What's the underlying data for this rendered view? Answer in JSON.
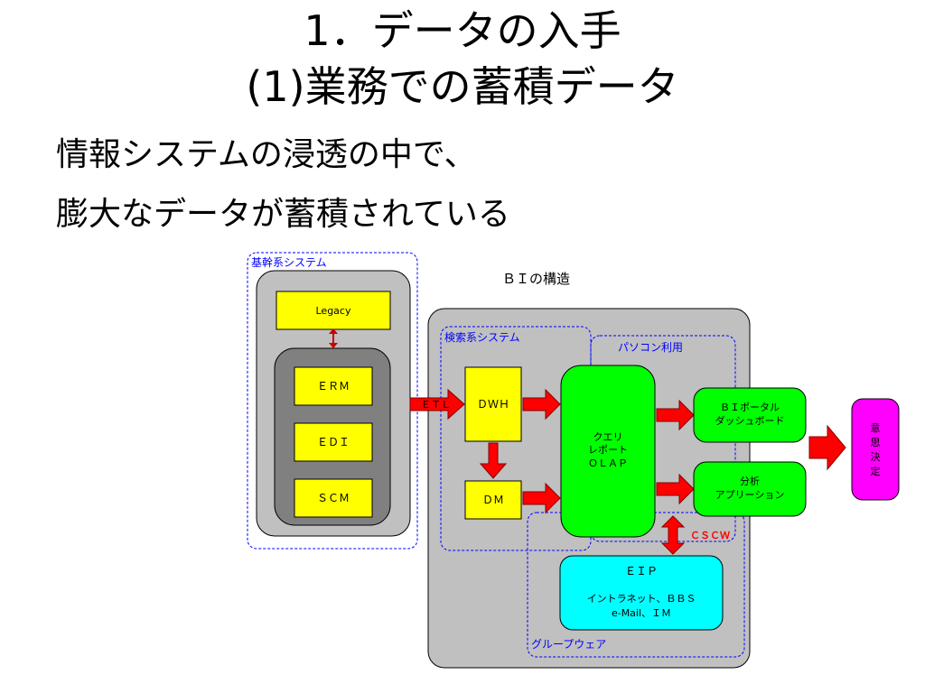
{
  "slide": {
    "title_line1": "1．データの入手",
    "title_line2": "(1)業務での蓄積データ",
    "bullet_line1": "情報システムの浸透の中で、",
    "bullet_line2": "膨大なデータが蓄積されている"
  },
  "diagram": {
    "caption": "ＢＩの構造",
    "groups": {
      "core": "基幹系システム",
      "search": "検索系システム",
      "pc": "パソコン利用",
      "groupware": "グループウェア"
    },
    "boxes": {
      "legacy": "Legacy",
      "erm": "ＥＲＭ",
      "edi": "ＥＤＩ",
      "scm": "ＳＣＭ",
      "dwh": "ＤＷＨ",
      "dm": "ＤＭ",
      "olap_l1": "クエリ",
      "olap_l2": "レポート",
      "olap_l3": "ＯＬＡＰ",
      "bi_l1": "ＢＩポータル",
      "bi_l2": "ダッシュボード",
      "app_l1": "分析",
      "app_l2": "アプリーション",
      "eip_l1": "ＥＩＰ",
      "eip_l2": "イントラネット、ＢＢＳ",
      "eip_l3": "e-Mail、ＩＭ",
      "decision_l1": "意",
      "decision_l2": "思",
      "decision_l3": "決",
      "decision_l4": "定"
    },
    "labels": {
      "etl": "ＥＴＬ",
      "cscw": "ＣＳＣＷ"
    },
    "colors": {
      "yellow": "#ffff00",
      "green": "#00ff00",
      "cyan": "#00ffff",
      "magenta": "#ff00ff",
      "arrow_red": "#ff0000",
      "panel_gray": "#c0c0c0",
      "panel_dark": "#808080",
      "dash_blue": "#0000ff"
    }
  }
}
